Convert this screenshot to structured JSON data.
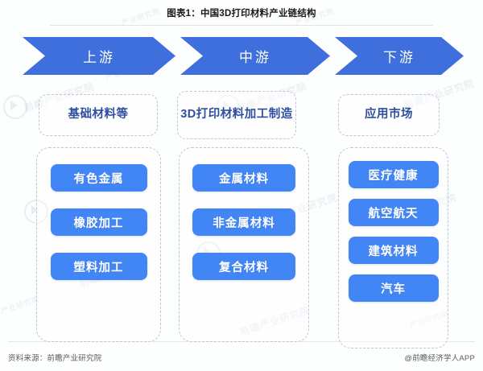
{
  "title": "图表1：中国3D打印材料产业链结构",
  "colors": {
    "arrow_blue": "#3f6fdc",
    "pill_blue": "#4285f4",
    "dashed_border": "#b9c6db",
    "header_text_blue": "#2f4f9e",
    "background": "#fdfefe"
  },
  "banner": {
    "segments": [
      {
        "label": "上游"
      },
      {
        "label": "中游"
      },
      {
        "label": "下游"
      }
    ]
  },
  "stage_headers": [
    {
      "label": "基础材料等"
    },
    {
      "label": "3D打印材料加工制造"
    },
    {
      "label": "应用市场"
    }
  ],
  "columns": [
    {
      "name": "upstream",
      "items": [
        {
          "label": "有色金属"
        },
        {
          "label": "橡胶加工"
        },
        {
          "label": "塑料加工"
        }
      ]
    },
    {
      "name": "midstream",
      "items": [
        {
          "label": "金属材料"
        },
        {
          "label": "非金属材料"
        },
        {
          "label": "复合材料"
        }
      ]
    },
    {
      "name": "downstream",
      "items": [
        {
          "label": "医疗健康"
        },
        {
          "label": "航空航天"
        },
        {
          "label": "建筑材料"
        },
        {
          "label": "汽车"
        }
      ]
    }
  ],
  "footer": {
    "source": "资料来源：前瞻产业研究院",
    "attribution": "@前瞻经济学人APP"
  },
  "watermarks": {
    "text": "前瞻产业研究院",
    "text_short": "产业研究院"
  }
}
